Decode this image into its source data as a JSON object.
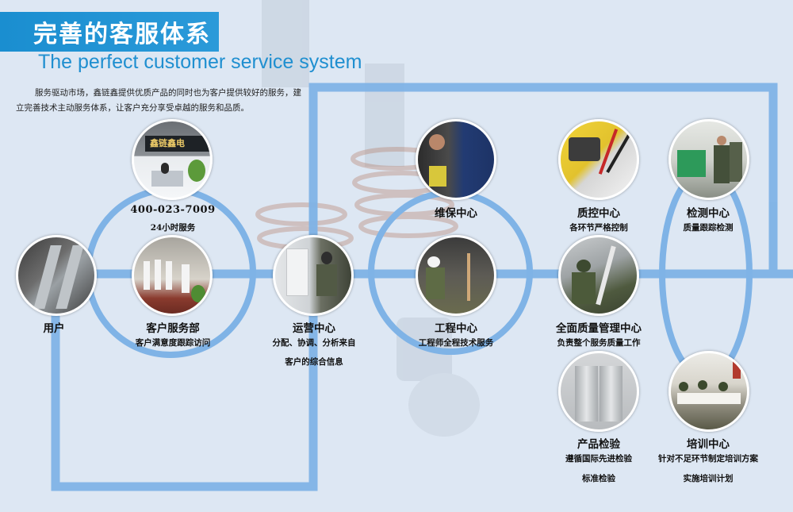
{
  "header": {
    "title_cn": "完善的客服体系",
    "title_en": "The perfect customer service system"
  },
  "intro": {
    "text": "服务驱动市场，鑫链鑫提供优质产品的同时也为客户提供较好的服务，建立完善技术主动服务体系，让客户充分享受卓越的服务和品质。"
  },
  "front_desk": {
    "sign_text": "鑫链鑫电",
    "phone": "400-023-7009",
    "hours": "24小时服务"
  },
  "nodes": {
    "user": {
      "title": "用户"
    },
    "customer_service": {
      "title": "客户服务部",
      "desc": "客户满意度跟踪访问"
    },
    "operations": {
      "title": "运营中心",
      "desc_line1": "分配、协调、分析来自",
      "desc_line2": "客户的综合信息"
    },
    "maintenance": {
      "title": "维保中心"
    },
    "engineering": {
      "title": "工程中心",
      "desc": "工程师全程技术服务"
    },
    "quality_control": {
      "title": "质控中心",
      "desc": "各环节严格控制"
    },
    "tqm": {
      "title": "全面质量管理中心",
      "desc": "负责整个服务质量工作"
    },
    "inspection": {
      "title": "检测中心",
      "desc": "质量跟踪检测"
    },
    "product_inspection": {
      "title": "产品检验",
      "desc_line1": "遵循国际先进检验",
      "desc_line2": "标准检验"
    },
    "training": {
      "title": "培训中心",
      "desc_line1": "针对不足环节制定培训方案",
      "desc_line2": "实施培训计划"
    }
  },
  "colors": {
    "accent": "#2b9ad9",
    "line": "#7fb3e6",
    "background": "#dde7f3"
  }
}
